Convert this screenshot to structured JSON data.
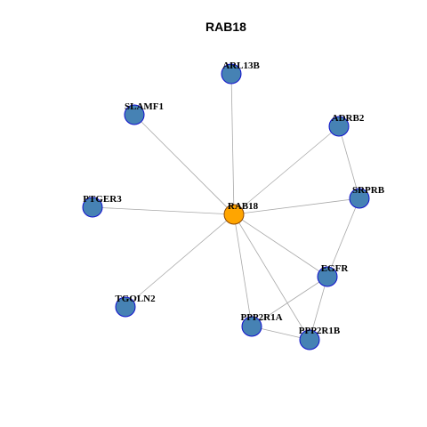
{
  "title": "RAB18",
  "colors": {
    "hub_fill": "#FFA500",
    "hub_stroke": "#8B4500",
    "node_fill": "#4682B4",
    "node_stroke": "#1010CC",
    "edge": "#A9A9A9"
  },
  "nodes": [
    {
      "id": "RAB18",
      "label": "RAB18",
      "hub": true
    },
    {
      "id": "ARL13B",
      "label": "ARL13B"
    },
    {
      "id": "SLAMF1",
      "label": "SLAMF1"
    },
    {
      "id": "ADRB2",
      "label": "ADRB2"
    },
    {
      "id": "PTGER3",
      "label": "PTGER3"
    },
    {
      "id": "SRPRB",
      "label": "SRPRB"
    },
    {
      "id": "EGFR",
      "label": "EGFR"
    },
    {
      "id": "TGOLN2",
      "label": "TGOLN2"
    },
    {
      "id": "PPP2R1A",
      "label": "PPP2R1A"
    },
    {
      "id": "PPP2R1B",
      "label": "PPP2R1B"
    }
  ],
  "edges": [
    [
      "RAB18",
      "ARL13B"
    ],
    [
      "RAB18",
      "SLAMF1"
    ],
    [
      "RAB18",
      "ADRB2"
    ],
    [
      "RAB18",
      "PTGER3"
    ],
    [
      "RAB18",
      "SRPRB"
    ],
    [
      "RAB18",
      "EGFR"
    ],
    [
      "RAB18",
      "TGOLN2"
    ],
    [
      "RAB18",
      "PPP2R1A"
    ],
    [
      "RAB18",
      "PPP2R1B"
    ],
    [
      "ADRB2",
      "SRPRB"
    ],
    [
      "SRPRB",
      "EGFR"
    ],
    [
      "EGFR",
      "PPP2R1A"
    ],
    [
      "EGFR",
      "PPP2R1B"
    ],
    [
      "PPP2R1A",
      "PPP2R1B"
    ]
  ]
}
